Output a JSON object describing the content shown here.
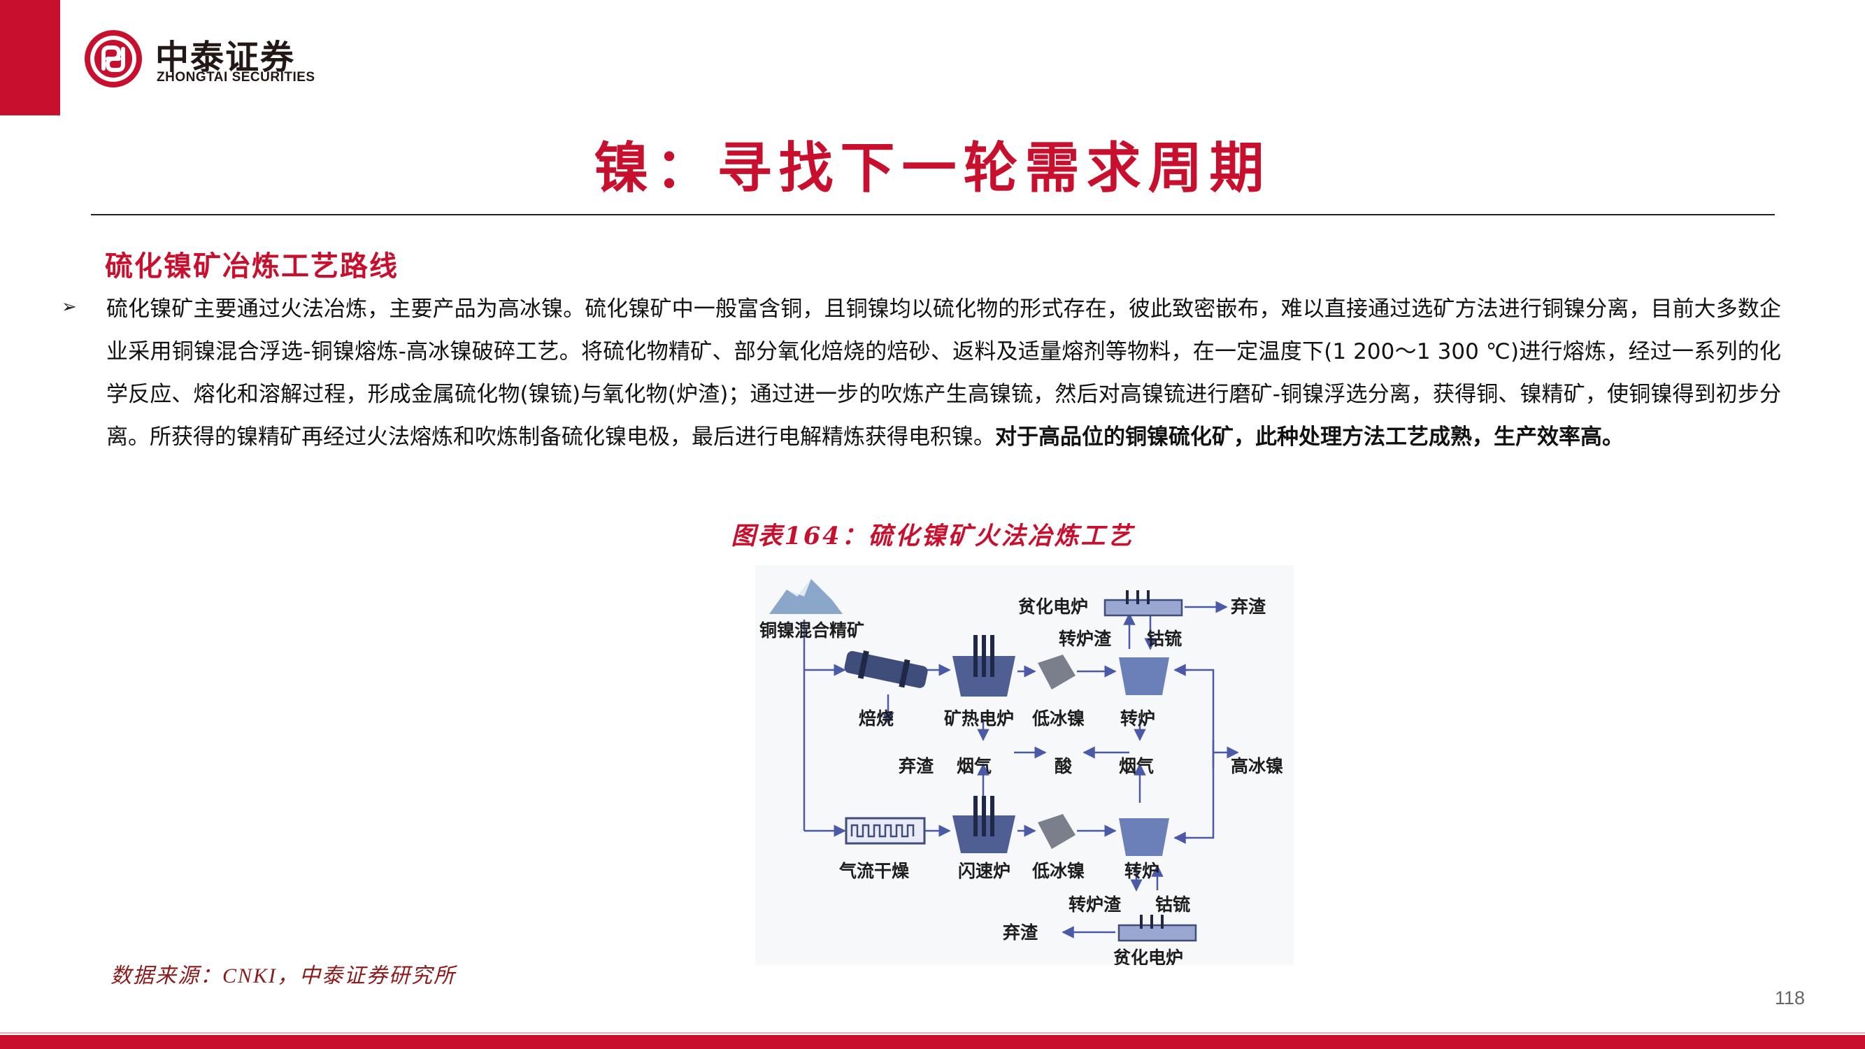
{
  "brand": {
    "name_cn": "中泰证券",
    "name_en": "ZHONGTAI SECURITIES",
    "color": "#c8102e"
  },
  "page_title": "镍：寻找下一轮需求周期",
  "section_heading": "硫化镍矿冶炼工艺路线",
  "bullet_glyph": "➢",
  "body": {
    "normal": "硫化镍矿主要通过火法冶炼，主要产品为高冰镍。硫化镍矿中一般富含铜，且铜镍均以硫化物的形式存在，彼此致密嵌布，难以直接通过选矿方法进行铜镍分离，目前大多数企业采用铜镍混合浮选-铜镍熔炼-高冰镍破碎工艺。将硫化物精矿、部分氧化焙烧的焙砂、返料及适量熔剂等物料，在一定温度下(1 200～1 300 ℃)进行熔炼，经过一系列的化学反应、熔化和溶解过程，形成金属硫化物(镍锍)与氧化物(炉渣)；通过进一步的吹炼产生高镍锍，然后对高镍锍进行磨矿-铜镍浮选分离，获得铜、镍精矿，使铜镍得到初步分离。所获得的镍精矿再经过火法熔炼和吹炼制备硫化镍电极，最后进行电解精炼获得电积镍。",
    "bold": "对于高品位的铜镍硫化矿，此种处理方法工艺成熟，生产效率高。"
  },
  "figure_caption": "图表164：硫化镍矿火法冶炼工艺",
  "diagram": {
    "labels": {
      "concentrate": "铜镍混合精矿",
      "roasting": "焙烧",
      "discard_slag_mid": "弃渣",
      "flow_dryer": "气流干燥",
      "ore_furnace": "矿热电炉",
      "low_matte_top": "低冰镍",
      "converter_top": "转炉",
      "poor_furnace_top": "贫化电炉",
      "discard_slag_top": "弃渣",
      "converter_slag_top": "转炉渣",
      "cobalt_matte_top": "钴锍",
      "flue_gas_left": "烟气",
      "acid": "酸",
      "flue_gas_right": "烟气",
      "high_matte": "高冰镍",
      "flash_furnace": "闪速炉",
      "low_matte_bottom": "低冰镍",
      "converter_bottom": "转炉",
      "converter_slag_bottom": "转炉渣",
      "cobalt_matte_bottom": "钴锍",
      "discard_slag_bottom": "弃渣",
      "poor_furnace_bottom": "贫化电炉"
    }
  },
  "source": "数据来源：CNKI，中泰证券研究所",
  "page_number": "118"
}
